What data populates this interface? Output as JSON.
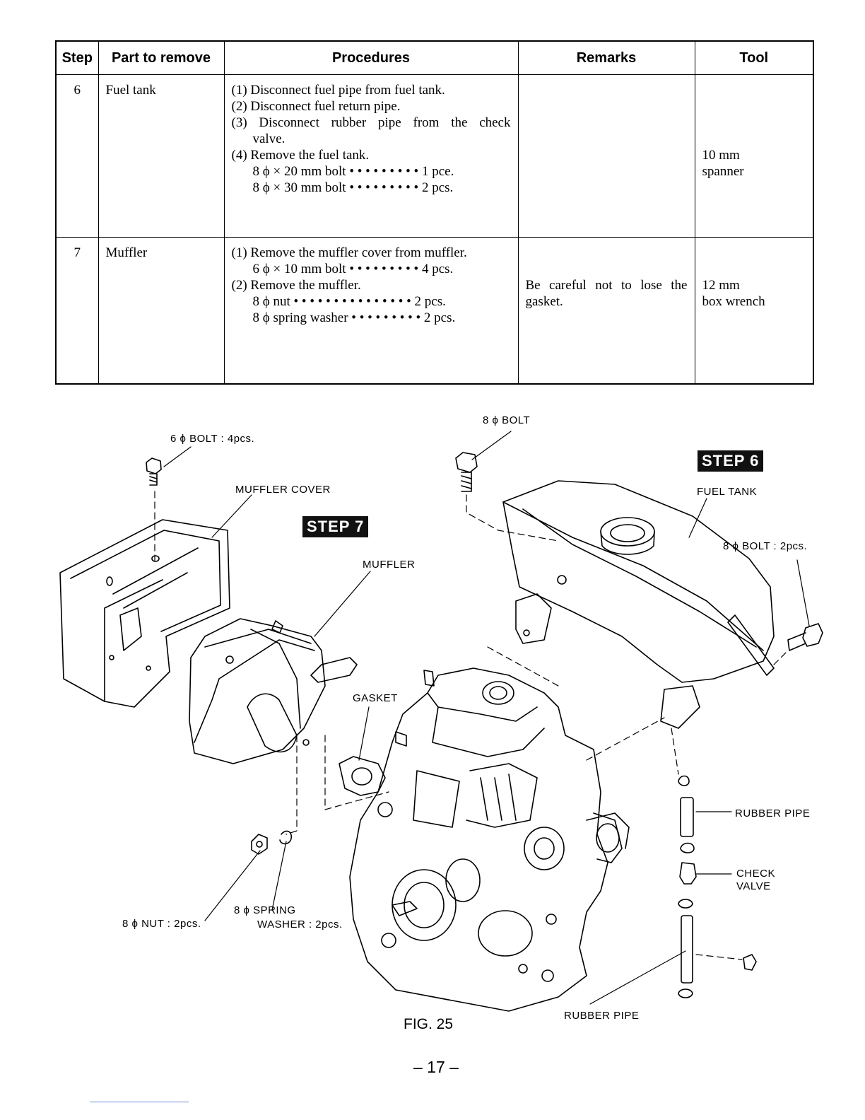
{
  "table": {
    "headers": [
      "Step",
      "Part to remove",
      "Procedures",
      "Remarks",
      "Tool"
    ],
    "rows": [
      {
        "step": "6",
        "part": "Fuel tank",
        "procedures": [
          "(1) Disconnect fuel pipe from fuel tank.",
          "(2) Disconnect fuel return pipe.",
          "(3) Disconnect rubber pipe from the check",
          "valve.",
          "(4) Remove the fuel tank.",
          "8 ϕ × 20 mm bolt • • • • • • • • • 1 pce.",
          "8 ϕ × 30 mm bolt • • • • • • • • • 2 pcs."
        ],
        "remarks": "",
        "tool": [
          "10 mm",
          "spanner"
        ]
      },
      {
        "step": "7",
        "part": "Muffler",
        "procedures": [
          "(1) Remove the muffler cover from muffler.",
          "6 ϕ × 10 mm bolt • • • • • • • • • 4 pcs.",
          "(2) Remove the muffler.",
          "8 ϕ nut • • • • • • • • • • • • • • • 2 pcs.",
          "8 ϕ spring washer • • • • • • • • • 2 pcs."
        ],
        "remarks": "Be careful not to lose the gasket.",
        "tool": [
          "12 mm",
          "box wrench"
        ]
      }
    ]
  },
  "figure": {
    "labels": {
      "bolt_6": "6 ϕ BOLT : 4pcs.",
      "muffler_cover": "MUFFLER COVER",
      "step7": "STEP 7",
      "muffler": "MUFFLER",
      "bolt_8_top": "8 ϕ BOLT",
      "step6": "STEP 6",
      "fuel_tank": "FUEL TANK",
      "bolt_8_2pcs": "8 ϕ BOLT : 2pcs.",
      "gasket": "GASKET",
      "rubber_pipe_1": "RUBBER PIPE",
      "check_valve_1": "CHECK",
      "check_valve_2": "VALVE",
      "nut_8": "8 ϕ NUT : 2pcs.",
      "spring_washer_1": "8 ϕ SPRING",
      "spring_washer_2": "WASHER : 2pcs.",
      "rubber_pipe_2": "RUBBER PIPE"
    },
    "caption": "FIG. 25"
  },
  "page_number": "– 17 –"
}
